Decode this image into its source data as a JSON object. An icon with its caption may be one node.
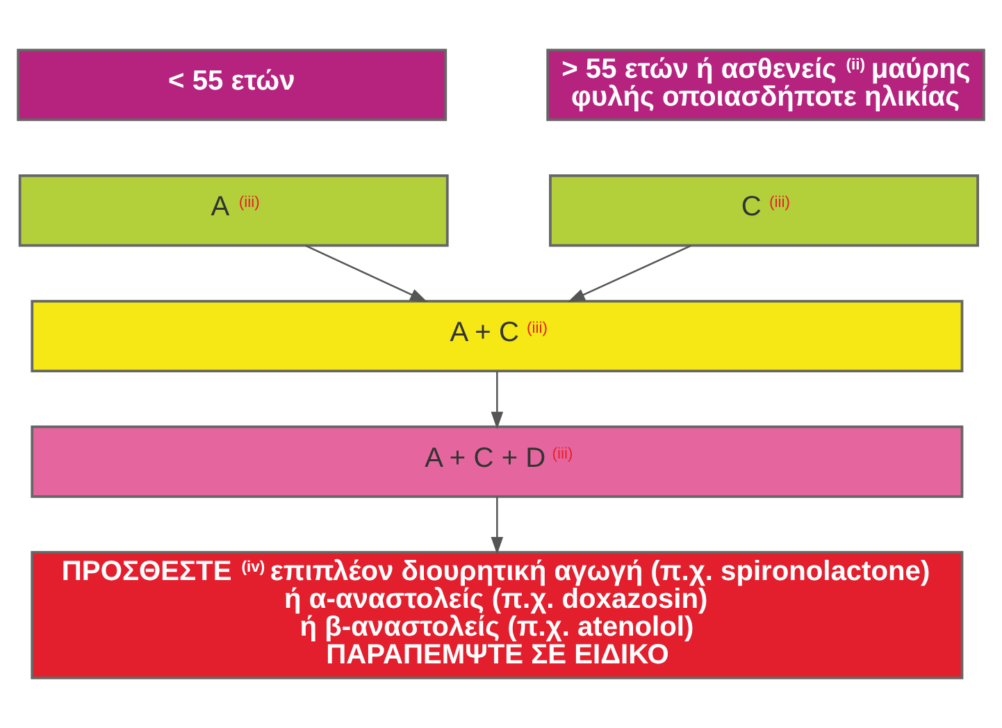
{
  "diagram": {
    "nodes": [
      {
        "text": [
          "< 55 ετών"
        ]
      },
      {
        "text": [
          "> 55 ετών ή ασθενείς $^{(ii)}$ μαύρης φυλής οποιασδήποτε ηλικίας"
        ]
      },
      {
        "text": [
          "A $^{(iii)}$"
        ]
      },
      {
        "text": [
          "C $^{(iii)}$"
        ]
      },
      {
        "text": [
          "A + C $^{(iii)}$"
        ]
      },
      {
        "text": [
          "A + C + D $^{(iii)}$"
        ]
      },
      {
        "text": [
          "ΠΡΟΣΘΕΣΤΕ $^{(iv)}$ επιπλέον διουρητική αγωγή (π.χ. spironolactone)",
          "ή α-αναστολείς (π.χ. doxazosin)",
          "ή β-αναστολείς (π.χ. atenolol)",
          "ΠΑΡΑΠΕΜΨΤΕ ΣΕ ΕΙΔΙΚΟ"
        ]
      }
    ],
    "edges": [
      {
        "from": 2,
        "to": 4,
        "arrow": "to"
      },
      {
        "from": 3,
        "to": 4,
        "arrow": "to"
      },
      {
        "from": 4,
        "to": 5,
        "arrow": "to"
      },
      {
        "from": 5,
        "to": 6,
        "arrow": "to"
      }
    ]
  }
}
